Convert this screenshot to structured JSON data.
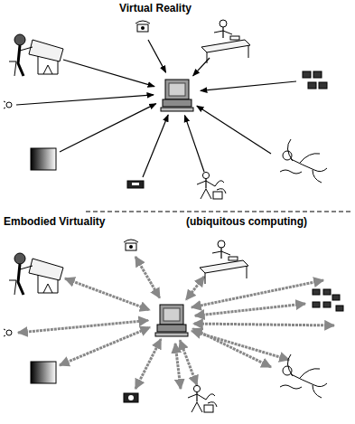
{
  "diagram": {
    "labels": [
      "Virtual Reality",
      "Embodied Virtuality",
      "(ubiquitous computing)"
    ]
  }
}
